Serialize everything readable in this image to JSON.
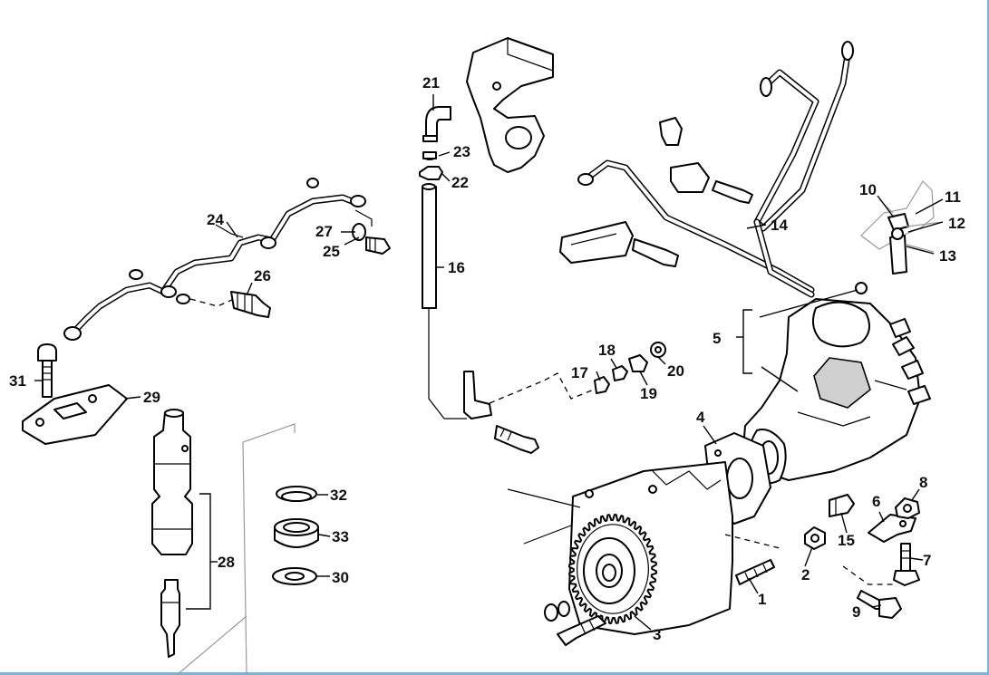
{
  "labels": {
    "l1": "1",
    "l2": "2",
    "l3": "3",
    "l4": "4",
    "l5": "5",
    "l6": "6",
    "l7": "7",
    "l8": "8",
    "l9": "9",
    "l10": "10",
    "l11": "11",
    "l12": "12",
    "l13": "13",
    "l14": "14",
    "l15": "15",
    "l16": "16",
    "l17": "17",
    "l18": "18",
    "l19": "19",
    "l20": "20",
    "l21": "21",
    "l22": "22",
    "l23": "23",
    "l24": "24",
    "l25": "25",
    "l26": "26",
    "l27": "27",
    "l28": "28",
    "l29": "29",
    "l30": "30",
    "l31": "31",
    "l32": "32",
    "l33": "33"
  },
  "colors": {
    "frame_border": "#7fb3d5",
    "ink": "#000000",
    "shade": "#cfcfcf"
  }
}
